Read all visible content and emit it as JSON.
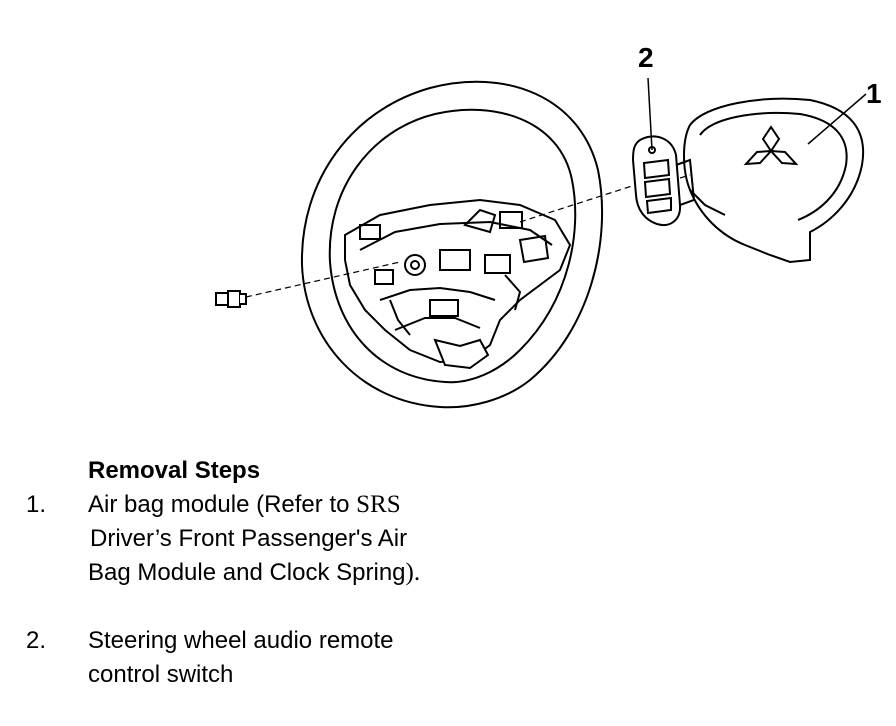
{
  "callouts": [
    {
      "label": "1",
      "part": "Air bag module"
    },
    {
      "label": "2",
      "part": "Steering wheel audio remote control switch"
    }
  ],
  "removal_steps": {
    "title": "Removal Steps",
    "steps": [
      {
        "number": "1.",
        "text_before": "Air bag module (Refer to ",
        "reference": "SRS",
        "line2": "Driver’s Front Passenger's Air",
        "line3_main": "Bag Module and Clock Spring",
        "line3_end": ")."
      },
      {
        "number": "2.",
        "line1": "Steering wheel audio remote",
        "line2": "control switch"
      }
    ]
  }
}
